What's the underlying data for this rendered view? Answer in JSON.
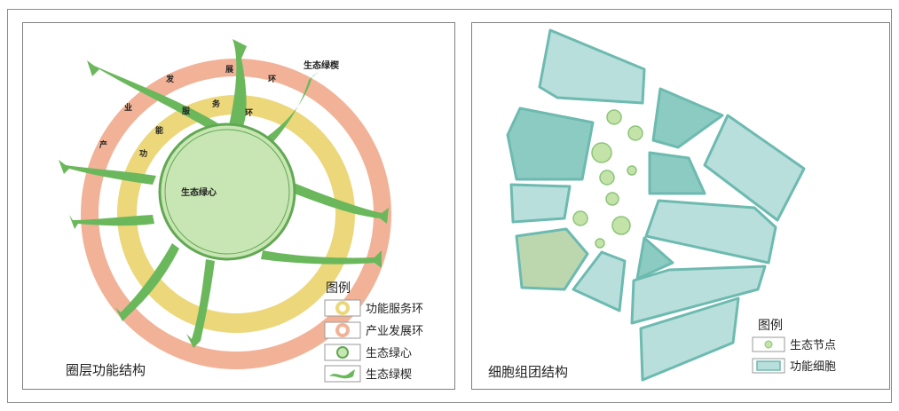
{
  "left_panel": {
    "title": "圈层功能结构",
    "core_label": "生态绿心",
    "wedge_label": "生态绿楔",
    "outer_ring_chars": [
      "产",
      "业",
      "发",
      "展",
      "环"
    ],
    "inner_ring_chars": [
      "功",
      "能",
      "服",
      "务",
      "环"
    ],
    "legend": {
      "title": "图例",
      "items": [
        {
          "label": "功能服务环",
          "icon": "yellow-ring-icon"
        },
        {
          "label": "产业发展环",
          "icon": "orange-ring-icon"
        },
        {
          "label": "生态绿心",
          "icon": "green-circle-icon"
        },
        {
          "label": "生态绿楔",
          "icon": "green-wedge-icon"
        }
      ]
    }
  },
  "right_panel": {
    "title": "细胞组团结构",
    "legend": {
      "title": "图例",
      "items": [
        {
          "label": "生态节点",
          "icon": "green-dot-icon"
        },
        {
          "label": "功能细胞",
          "icon": "teal-block-icon"
        }
      ]
    }
  },
  "colors": {
    "outer_ring": "#f2b297",
    "inner_ring": "#ecd77b",
    "core_fill": "#c8e6b3",
    "core_stroke": "#62a854",
    "wedge": "#6ab85b",
    "cell_fill": "#b9dfdc",
    "cell_dark": "#8ccbc2",
    "cell_stroke": "#6dbab0",
    "cell_olive": "#bcd7ae",
    "node_fill": "#c4e3a8",
    "node_stroke": "#8cc47a"
  }
}
